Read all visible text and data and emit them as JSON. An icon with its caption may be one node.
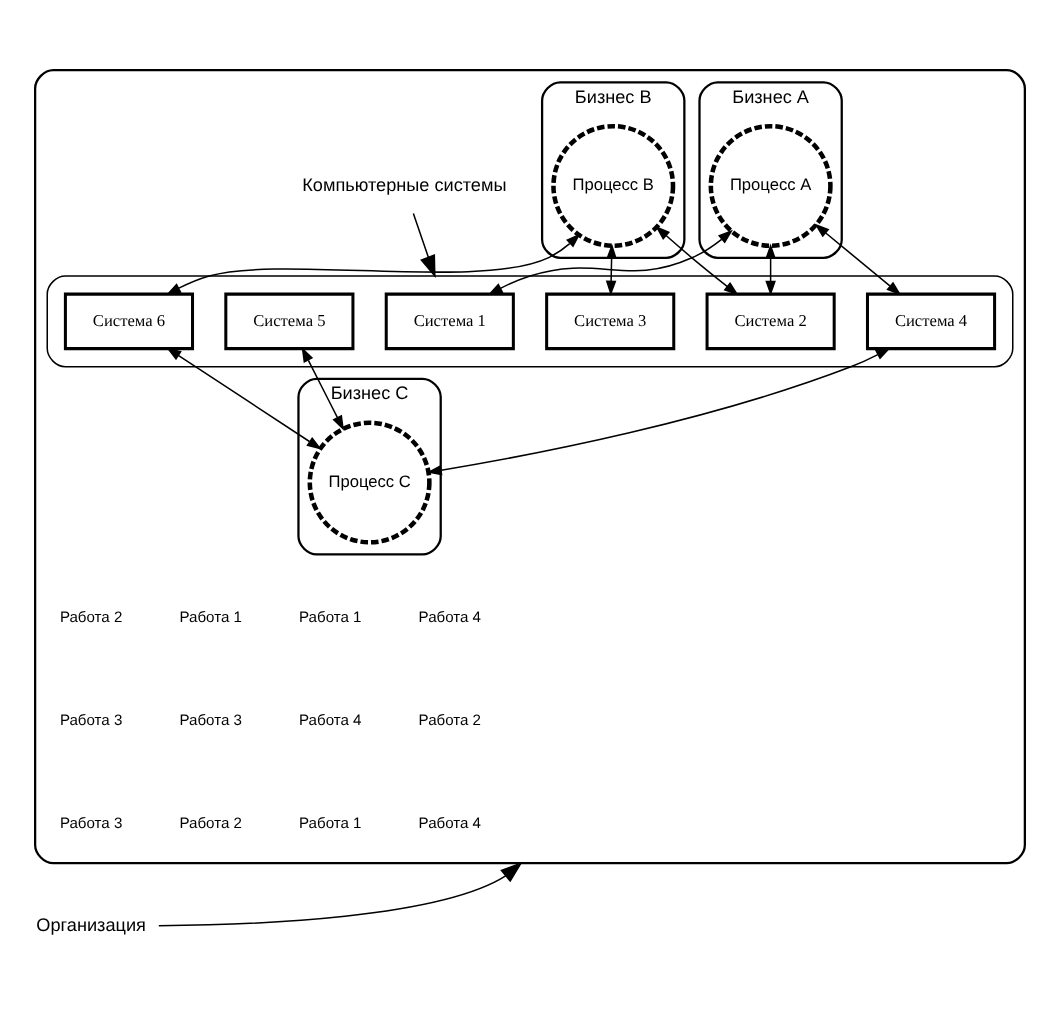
{
  "diagram": {
    "nodes": [
      {
        "text": [],
        "shape": "box"
      },
      {
        "text": [
          "Бизнес A"
        ],
        "in": 0
      },
      {
        "text": [
          "Процесс A"
        ],
        "in": 1
      },
      {
        "text": [
          "Бизнес B"
        ],
        "in": 0
      },
      {
        "text": [
          "Процесс B"
        ],
        "in": 3
      },
      {
        "text": [],
        "shape": "ellipse",
        "in": 0
      },
      {
        "text": [
          "Система 1"
        ],
        "in": 5
      },
      {
        "text": [
          "Система 2"
        ],
        "in": 5
      },
      {
        "text": [
          "Система 3"
        ],
        "in": 5
      },
      {
        "text": [
          "Система 4"
        ],
        "in": 5
      },
      {
        "text": [
          "Система 5"
        ],
        "in": 5
      },
      {
        "text": [
          "Система 6"
        ],
        "in": 5
      },
      {
        "text": [
          "Бизнес C"
        ],
        "in": 0
      },
      {
        "text": [
          "Процесс C"
        ],
        "in": 12
      },
      {
        "text": [
          "Компьютерные системы"
        ],
        "in": 0
      },
      {
        "text": [
          "Организация"
        ]
      }
    ],
    "edges": [
      {
        "from": 2,
        "to": 7,
        "arrow": "both"
      },
      {
        "from": 2,
        "to": 6,
        "arrow": "both"
      },
      {
        "from": 2,
        "to": 9,
        "arrow": "both"
      },
      {
        "from": 4,
        "to": 7,
        "arrow": "both"
      },
      {
        "from": 4,
        "to": 8,
        "arrow": "both"
      },
      {
        "from": 4,
        "to": 11,
        "arrow": "both"
      },
      {
        "from": 9,
        "to": 13,
        "arrow": "both"
      },
      {
        "from": 10,
        "to": 13,
        "arrow": "both"
      },
      {
        "from": 11,
        "to": 13,
        "arrow": "both"
      },
      {
        "from": 14,
        "to": 5,
        "arrow": "to"
      },
      {
        "from": 15,
        "to": 0,
        "arrow": "to"
      }
    ],
    "labels": [
      "Работа 4",
      "Работа 1",
      "Работа 1",
      "Работа 2",
      "Работа 2",
      "Работа 4",
      "Работа 3",
      "Работа 3",
      "Работа 4",
      "Работа 1",
      "Работа 2",
      "Работа 3"
    ]
  }
}
